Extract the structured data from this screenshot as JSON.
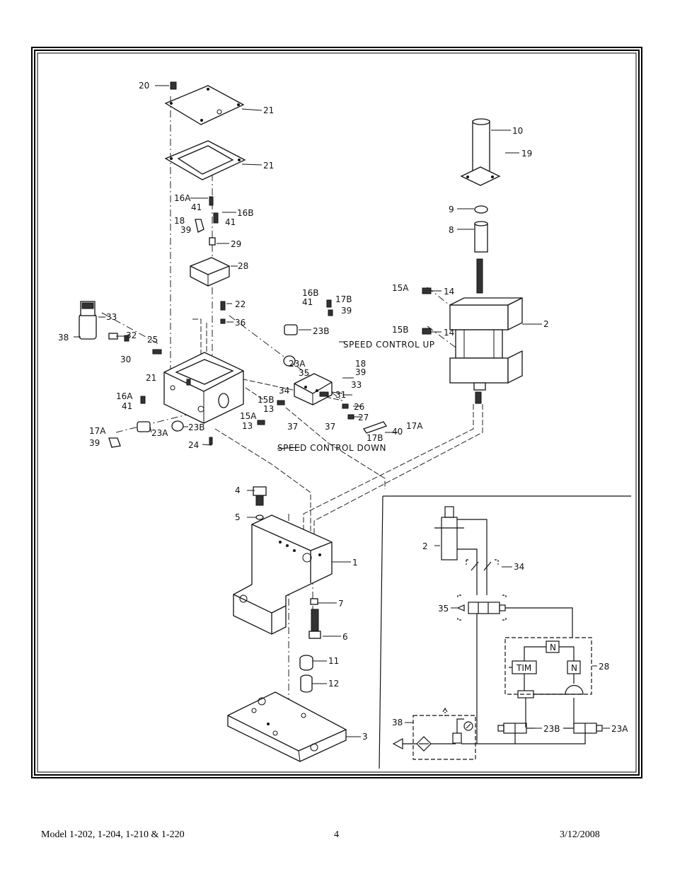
{
  "diagram": {
    "callouts": {
      "c20": "20",
      "c21a": "21",
      "c21b": "21",
      "c10": "10",
      "c19": "19",
      "c16a_top": "16A",
      "c41_top": "41",
      "c16b_top": "16B",
      "c18_top": "18",
      "c39_top": "39",
      "c41_mid": "41",
      "c29": "29",
      "c28": "28",
      "c9": "9",
      "c8": "8",
      "c15a_r": "15A",
      "c14a": "14",
      "c15b_r": "15B",
      "c14b": "14",
      "c2": "2",
      "c16b_mid": "16B",
      "c41_m2": "41",
      "c17b_top": "17B",
      "c39_m2": "39",
      "c22": "22",
      "c33_l": "33",
      "c36": "36",
      "c23b_mid": "23B",
      "c38": "38",
      "c32": "32",
      "c30": "30",
      "c25": "25",
      "c23a_mid": "23A",
      "c35": "35",
      "c18_m": "18",
      "c39_m3": "39",
      "c33_m": "33",
      "c34": "34",
      "c31": "31",
      "c21c": "21",
      "c16a_low": "16A",
      "c41_low": "41",
      "c15b_low": "15B",
      "c13a": "13",
      "c15a_low": "15A",
      "c13b": "13",
      "c26": "26",
      "c27": "27",
      "c17a_low": "17A",
      "c39_low": "39",
      "c23a_low": "23A",
      "c23b_low": "23B",
      "c37a": "37",
      "c37b": "37",
      "c40": "40",
      "c17a_r": "17A",
      "c17b_r": "17B",
      "c24": "24",
      "c4": "4",
      "c5": "5",
      "c1": "1",
      "c7": "7",
      "c6": "6",
      "c11": "11",
      "c12": "12",
      "c3": "3"
    },
    "speed_control_up": "SPEED CONTROL UP",
    "speed_control_down": "SPEED CONTROL DOWN",
    "schematic": {
      "c2": "2",
      "c34": "34",
      "c35": "35",
      "c28": "28",
      "c38": "38",
      "c23b": "23B",
      "c23a": "23A",
      "tim": "TIM",
      "n1": "N",
      "n2": "N"
    }
  },
  "footer": {
    "model": "Model 1-202, 1-204, 1-210 & 1-220",
    "page": "4",
    "date": "3/12/2008"
  }
}
